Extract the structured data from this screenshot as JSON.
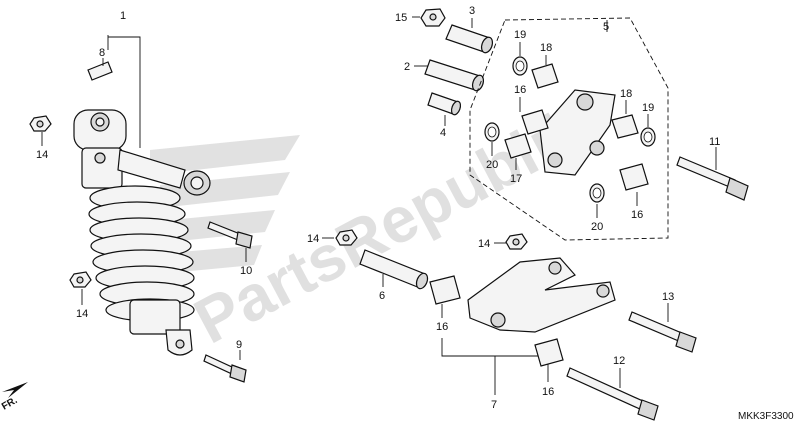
{
  "watermark": "PartsRepublik",
  "diagram_code": "MKK3F3300",
  "front_arrow": "FR.",
  "callouts": [
    {
      "id": "c1",
      "text": "1"
    },
    {
      "id": "c2",
      "text": "2"
    },
    {
      "id": "c3",
      "text": "3"
    },
    {
      "id": "c4",
      "text": "4"
    },
    {
      "id": "c5",
      "text": "5"
    },
    {
      "id": "c6",
      "text": "6"
    },
    {
      "id": "c7",
      "text": "7"
    },
    {
      "id": "c8",
      "text": "8"
    },
    {
      "id": "c9",
      "text": "9"
    },
    {
      "id": "c10",
      "text": "10"
    },
    {
      "id": "c11",
      "text": "11"
    },
    {
      "id": "c12",
      "text": "12"
    },
    {
      "id": "c13",
      "text": "13"
    },
    {
      "id": "c14a",
      "text": "14"
    },
    {
      "id": "c14b",
      "text": "14"
    },
    {
      "id": "c14c",
      "text": "14"
    },
    {
      "id": "c14d",
      "text": "14"
    },
    {
      "id": "c15",
      "text": "15"
    },
    {
      "id": "c16a",
      "text": "16"
    },
    {
      "id": "c16b",
      "text": "16"
    },
    {
      "id": "c16c",
      "text": "16"
    },
    {
      "id": "c16d",
      "text": "16"
    },
    {
      "id": "c17",
      "text": "17"
    },
    {
      "id": "c18a",
      "text": "18"
    },
    {
      "id": "c18b",
      "text": "18"
    },
    {
      "id": "c19a",
      "text": "19"
    },
    {
      "id": "c19b",
      "text": "19"
    },
    {
      "id": "c20a",
      "text": "20"
    },
    {
      "id": "c20b",
      "text": "20"
    }
  ]
}
